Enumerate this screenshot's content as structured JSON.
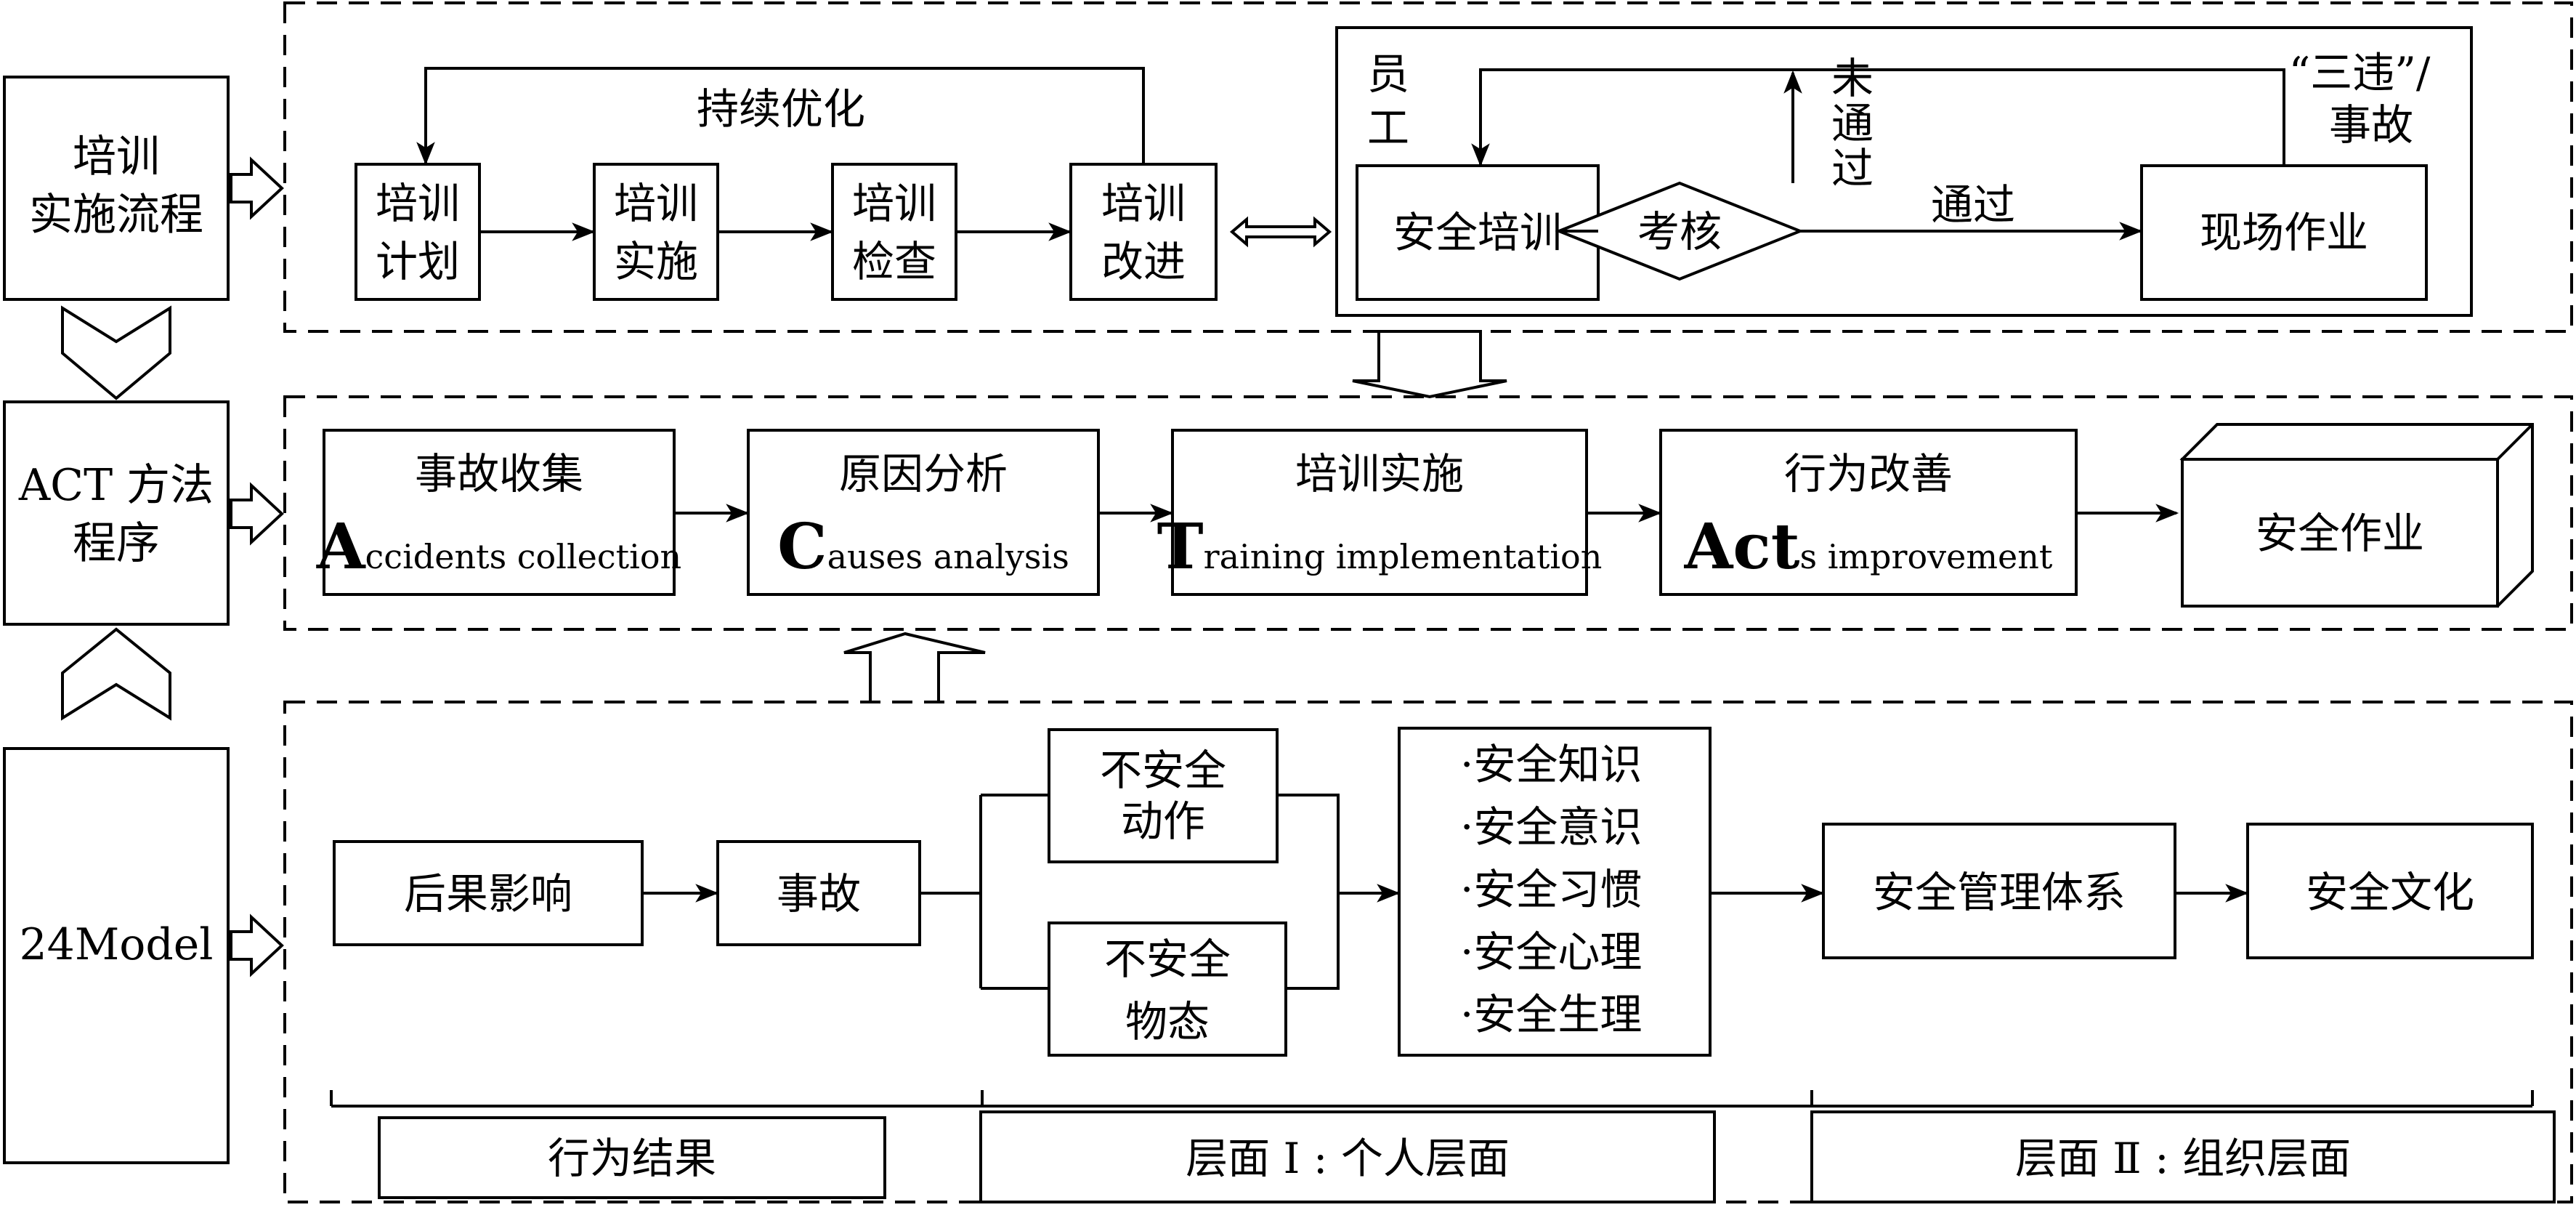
{
  "left": {
    "training_flow": [
      "培训",
      "实施流程"
    ],
    "act_program": [
      "ACT 方法",
      "程序"
    ],
    "model_24": "24Model"
  },
  "training_cycle": {
    "optimize_label": "持续优化",
    "steps": [
      [
        "培训",
        "计划"
      ],
      [
        "培训",
        "实施"
      ],
      [
        "培训",
        "检查"
      ],
      [
        "培训",
        "改进"
      ]
    ]
  },
  "staff_flow": {
    "staff_label": [
      "员",
      "工"
    ],
    "fail_label": [
      "未",
      "通",
      "过"
    ],
    "violation_label": [
      "“三违”/",
      "事故"
    ],
    "safety_training": "安全培训",
    "assessment": "考核",
    "pass_label": "通过",
    "field_work": "现场作业"
  },
  "act": {
    "steps": [
      {
        "cn": "事故收集",
        "initial": "A",
        "rest": "ccidents collection"
      },
      {
        "cn": "原因分析",
        "initial": "C",
        "rest": "auses analysis"
      },
      {
        "cn": "培训实施",
        "initial": "T",
        "rest": "raining implementation"
      },
      {
        "cn": "行为改善",
        "initial": "Act",
        "rest": "s improvement"
      }
    ],
    "result": "安全作业"
  },
  "model": {
    "consequence": "后果影响",
    "accident": "事故",
    "unsafe_act": [
      "不安全",
      "动作"
    ],
    "unsafe_state": [
      "不安全",
      "物态"
    ],
    "factors": [
      "·安全知识",
      "·安全意识",
      "·安全习惯",
      "·安全心理",
      "·安全生理"
    ],
    "sms": "安全管理体系",
    "culture": "安全文化",
    "levels": [
      "行为结果",
      "层面 Ⅰ : 个人层面",
      "层面 Ⅱ : 组织层面"
    ]
  }
}
